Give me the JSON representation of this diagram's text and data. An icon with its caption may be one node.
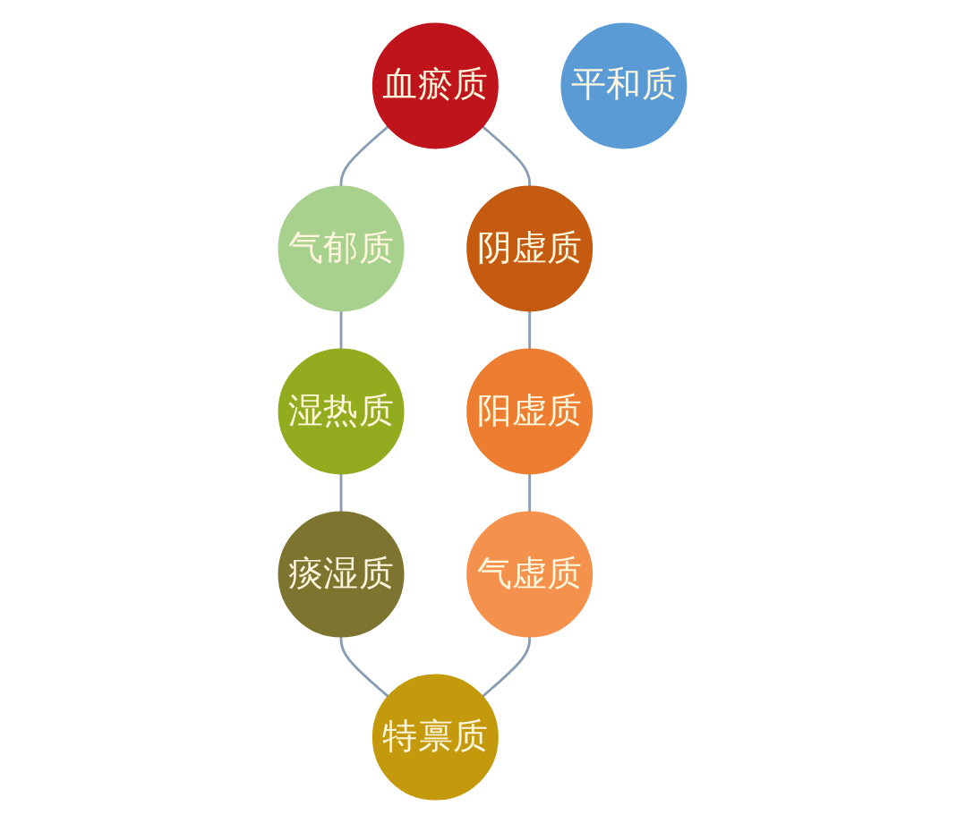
{
  "diagram": {
    "nodes": [
      {
        "text": [
          "血瘀质"
        ]
      },
      {
        "text": [
          "气郁质"
        ]
      },
      {
        "text": [
          "阴虚质"
        ]
      },
      {
        "text": [
          "湿热质"
        ]
      },
      {
        "text": [
          "平和质"
        ]
      },
      {
        "text": [
          "阳虚质"
        ]
      },
      {
        "text": [
          "痰湿质"
        ]
      },
      {
        "text": [
          "气虚质"
        ]
      },
      {
        "text": [
          "特禀质"
        ]
      }
    ],
    "edges": [
      {
        "from": 0,
        "to": 1,
        "arrow": "none"
      },
      {
        "from": 1,
        "to": 3,
        "arrow": "none"
      },
      {
        "from": 3,
        "to": 6,
        "arrow": "none"
      },
      {
        "from": 6,
        "to": 8,
        "arrow": "none"
      },
      {
        "from": 0,
        "to": 2,
        "arrow": "none"
      },
      {
        "from": 2,
        "to": 5,
        "arrow": "none"
      },
      {
        "from": 5,
        "to": 7,
        "arrow": "none"
      },
      {
        "from": 7,
        "to": 8,
        "arrow": "none"
      }
    ]
  }
}
